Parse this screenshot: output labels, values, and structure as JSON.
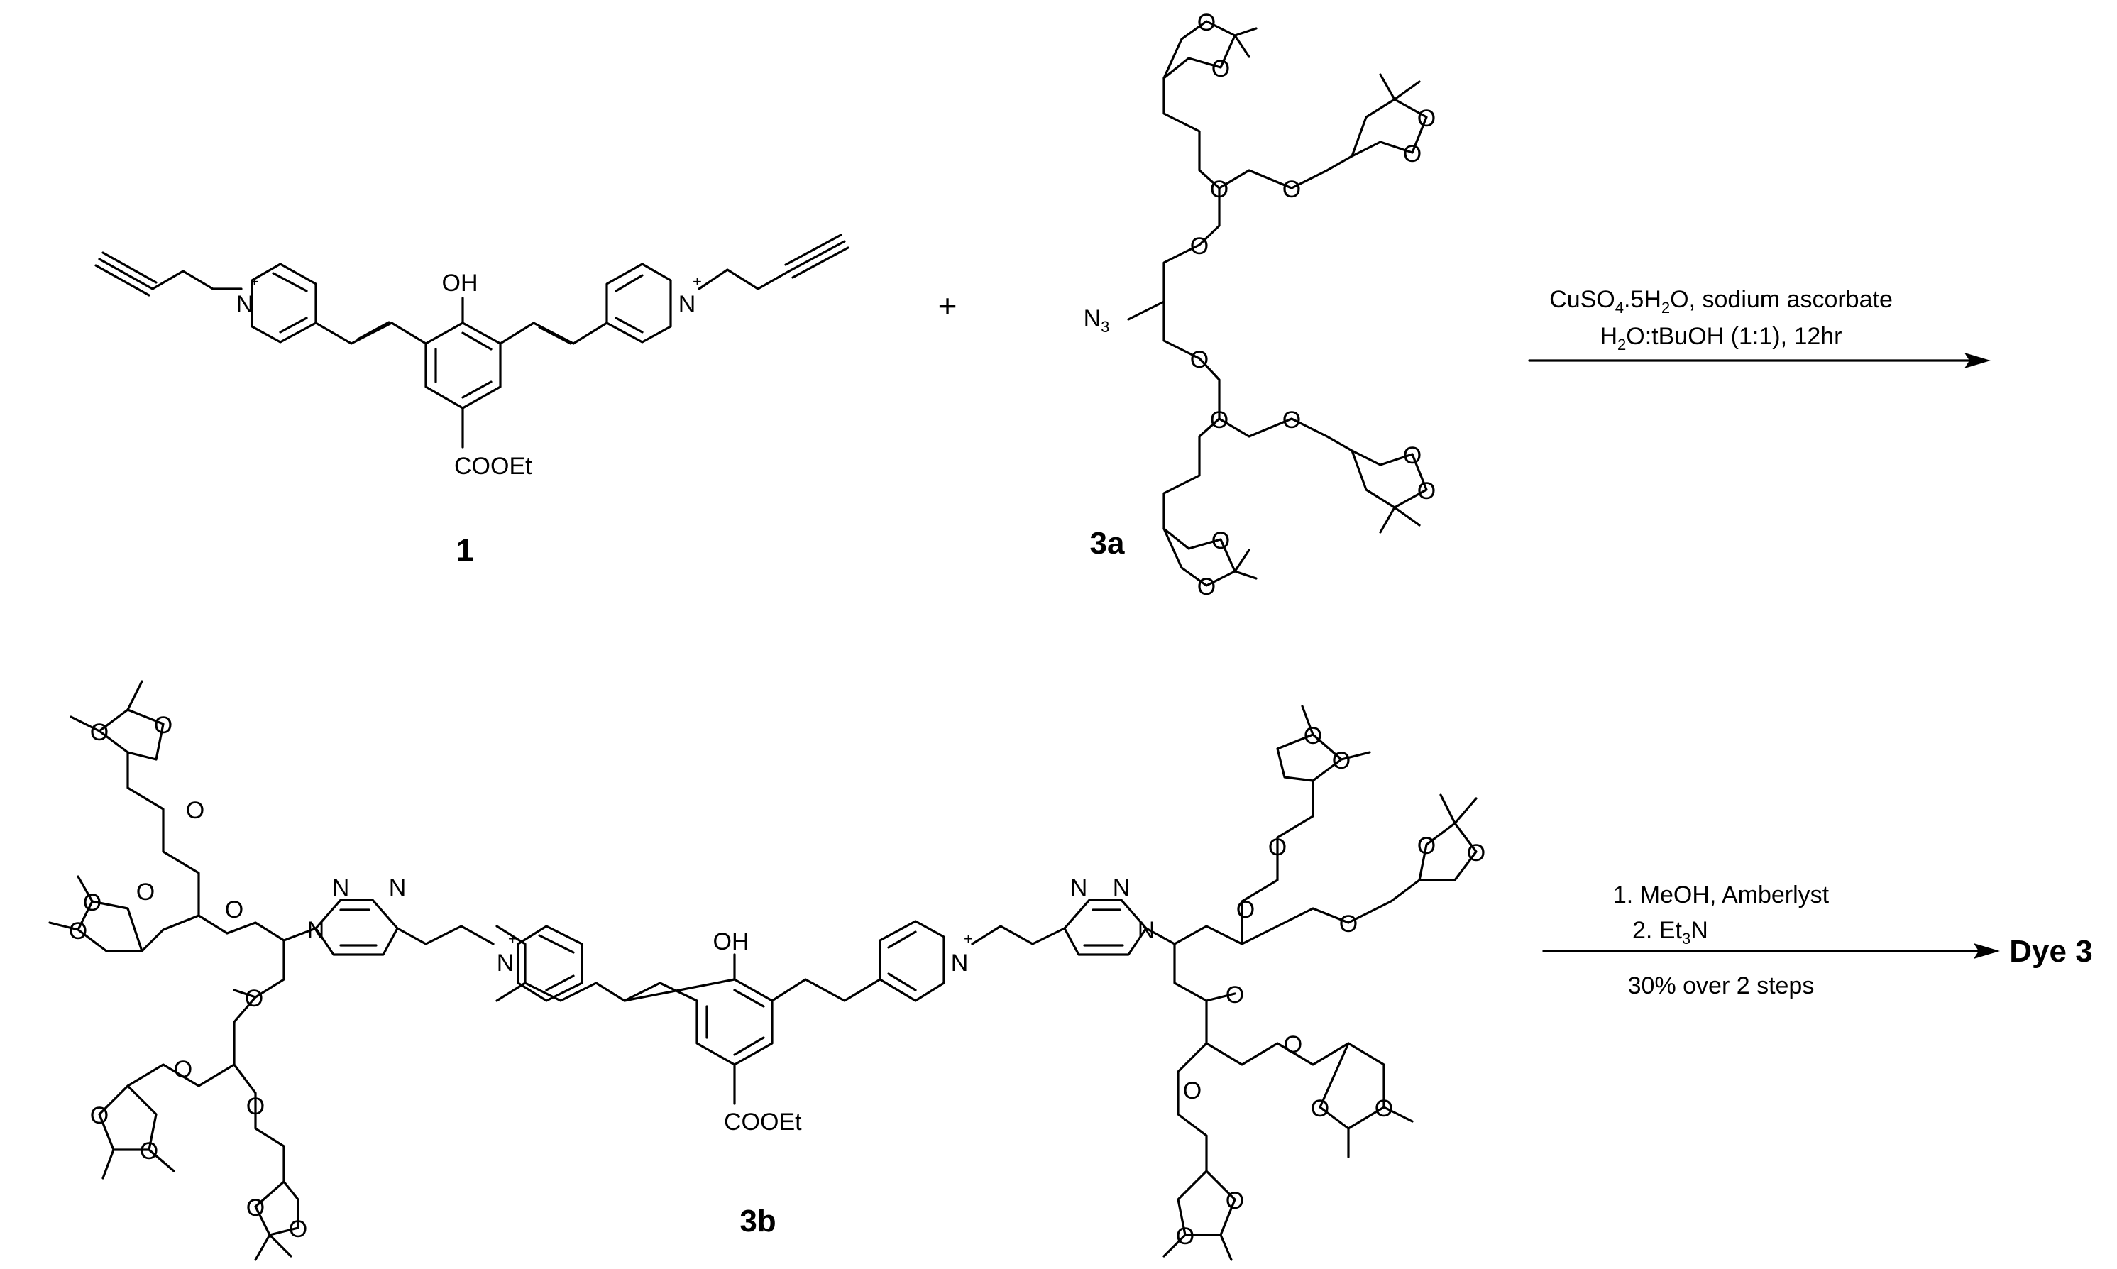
{
  "compounds": {
    "c1": {
      "label": "1"
    },
    "c3a": {
      "label": "3a"
    },
    "c3b": {
      "label": "3b"
    },
    "product": {
      "label": "Dye 3"
    }
  },
  "atoms": {
    "oh": "OH",
    "ester": "COOEt",
    "n": "N",
    "plus": "+",
    "o": "O",
    "n3": "N",
    "n3_sub": "3"
  },
  "operators": {
    "plus": "+"
  },
  "step1": {
    "line1_a": "CuSO",
    "line1_sub": "4",
    "line1_b": ".5H",
    "line1_sub2": "2",
    "line1_c": "O, sodium ascorbate",
    "line2_a": "H",
    "line2_sub": "2",
    "line2_b": "O:tBuOH (1:1), 12hr"
  },
  "step2": {
    "line1": "1. MeOH,  Amberlyst",
    "line2_a": "2. Et",
    "line2_sub": "3",
    "line2_b": "N",
    "line3": "30% over 2 steps"
  }
}
